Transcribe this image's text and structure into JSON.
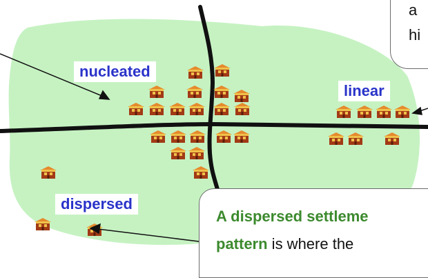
{
  "labels": {
    "nucleated": "nucleated",
    "linear": "linear",
    "dispersed": "dispersed"
  },
  "callout_top": {
    "line1": "a",
    "line2": "hi"
  },
  "callout_bottom": {
    "line1": "A dispersed settleme",
    "line2_highlight": "pattern",
    "line2_rest": " is where the"
  },
  "colors": {
    "land": "#c6f2c2",
    "road": "#111111",
    "label_text": "#2a33c9",
    "callout_highlight": "#3c8a2e",
    "house_wall": "#a23a16",
    "house_roof": "#e58a2d",
    "house_trim": "#f0c24a"
  },
  "icons": {
    "building": "house-icon"
  }
}
